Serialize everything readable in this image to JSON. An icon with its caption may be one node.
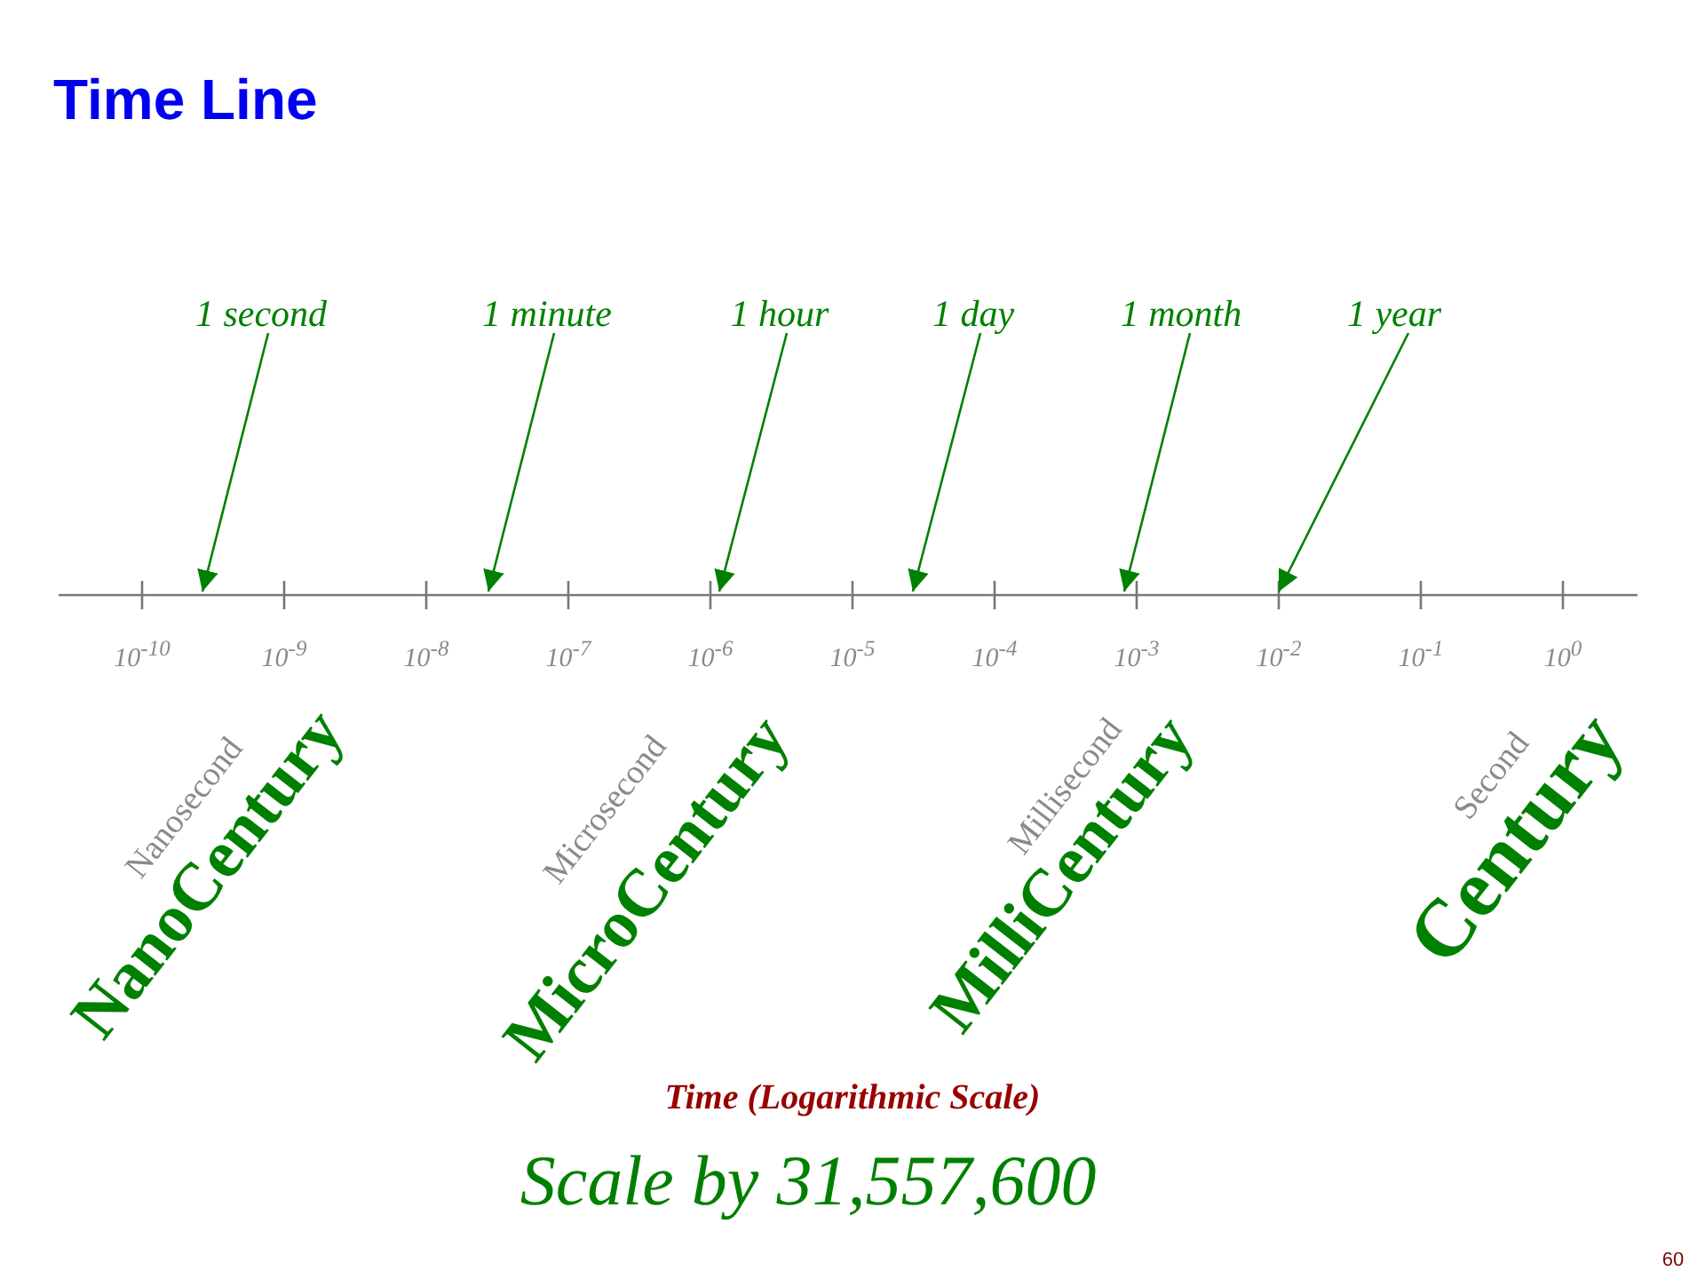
{
  "diagram": {
    "title": "Time Line",
    "nodes": [
      {
        "text": [
          "1 second"
        ]
      },
      {
        "text": [
          "1 minute"
        ]
      },
      {
        "text": [
          "1 hour"
        ]
      },
      {
        "text": [
          "1 day"
        ]
      },
      {
        "text": [
          "1 month"
        ]
      },
      {
        "text": [
          "1 year"
        ]
      }
    ],
    "edges": [
      {
        "from": 0,
        "to": null,
        "arrow": "to"
      },
      {
        "from": 1,
        "to": null,
        "arrow": "to"
      },
      {
        "from": 2,
        "to": null,
        "arrow": "to"
      },
      {
        "from": 3,
        "to": null,
        "arrow": "to"
      },
      {
        "from": 4,
        "to": null,
        "arrow": "to"
      },
      {
        "from": 5,
        "to": null,
        "arrow": "to"
      }
    ],
    "labels": [
      "10$^{-10}$",
      "10$^{-9}$",
      "10$^{-8}$",
      "10$^{-7}$",
      "10$^{-6}$",
      "10$^{-5}$",
      "10$^{-4}$",
      "10$^{-3}$",
      "10$^{-2}$",
      "10$^{-1}$",
      "10$^{0}$",
      "Nanosecond",
      "NanoCentury",
      "Microsecond",
      "MicroCentury",
      "Millisecond",
      "MilliCentury",
      "Second",
      "Century",
      "Time (Logarithmic Scale)",
      "Scale by 31,557,600",
      "60"
    ]
  }
}
